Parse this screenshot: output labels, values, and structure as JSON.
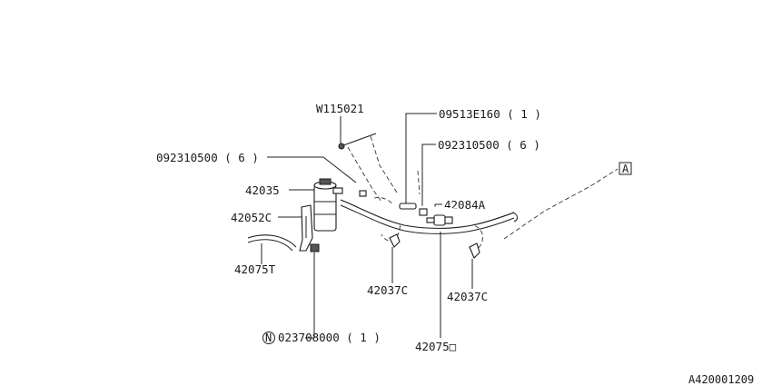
{
  "diagram_id": "A420001209",
  "labels": {
    "w115021": "W115021",
    "p09513": "09513E160 ( 1 )",
    "p0923_left": "092310500 ( 6 )",
    "p0923_right": "092310500 ( 6 )",
    "p42035": "42035",
    "p42052c": "42052C",
    "p42075t": "42075T",
    "p42084a": "42084A",
    "p42037c_left": "42037C",
    "p42037c_right": "42037C",
    "p42075": "42075□",
    "p023708000": "023708000 ( 1 )",
    "circle_n": "N",
    "box_a": "A"
  }
}
